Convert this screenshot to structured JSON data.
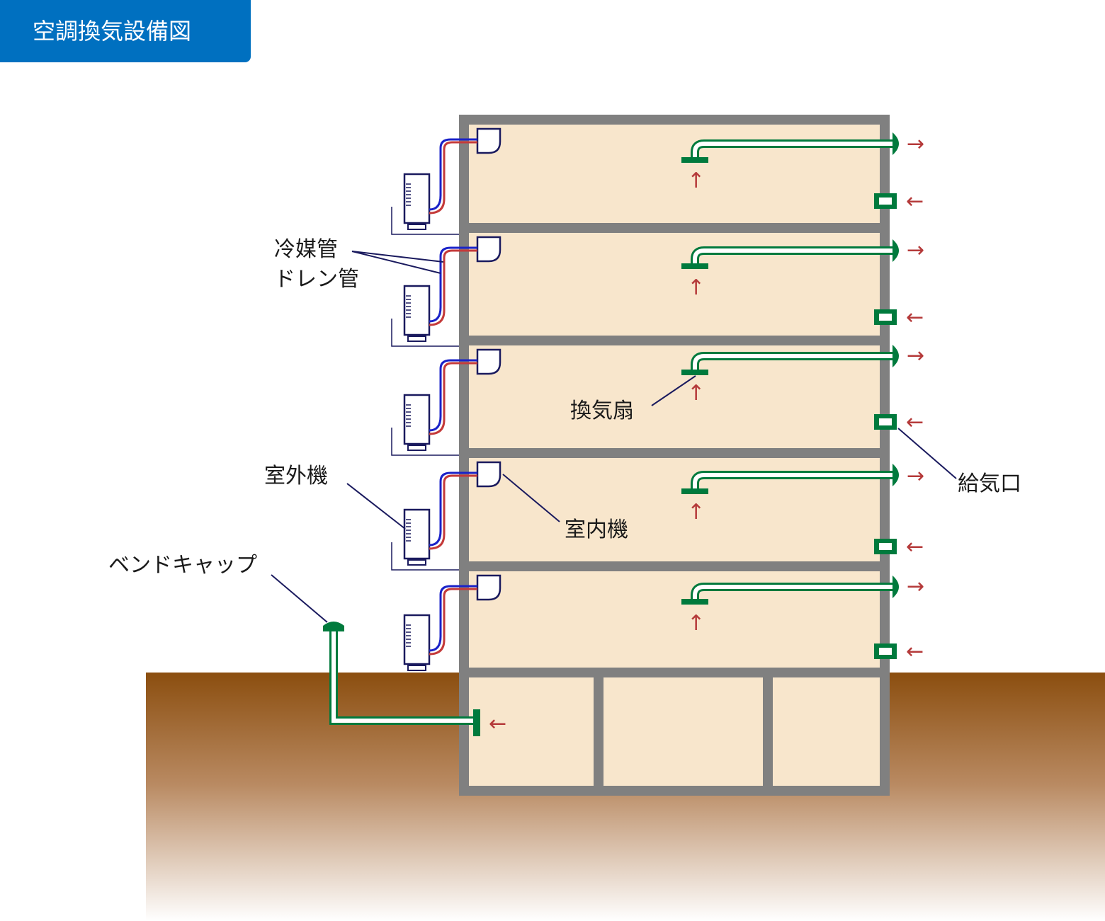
{
  "title": "空調換気設備図",
  "labels": {
    "refrigerant_pipe": "冷媒管",
    "drain_pipe": "ドレン管",
    "outdoor_unit": "室外機",
    "indoor_unit": "室内機",
    "vent_fan": "換気扇",
    "air_inlet": "給気口",
    "vent_cap": "ベンドキャップ"
  },
  "arrows": {
    "out": "→",
    "in": "←",
    "up": "↑"
  },
  "colors": {
    "wall": "#808080",
    "room": "#f8e6cc",
    "duct": "#007a3d",
    "duct_inner": "#ffffff",
    "refrigerant": "#1a22c8",
    "drain": "#c43a3a",
    "unit": "#1a1a5e",
    "leader": "#1a1a5e",
    "ground_top": "#8b4e0f",
    "title_bg": "#0070c0"
  }
}
